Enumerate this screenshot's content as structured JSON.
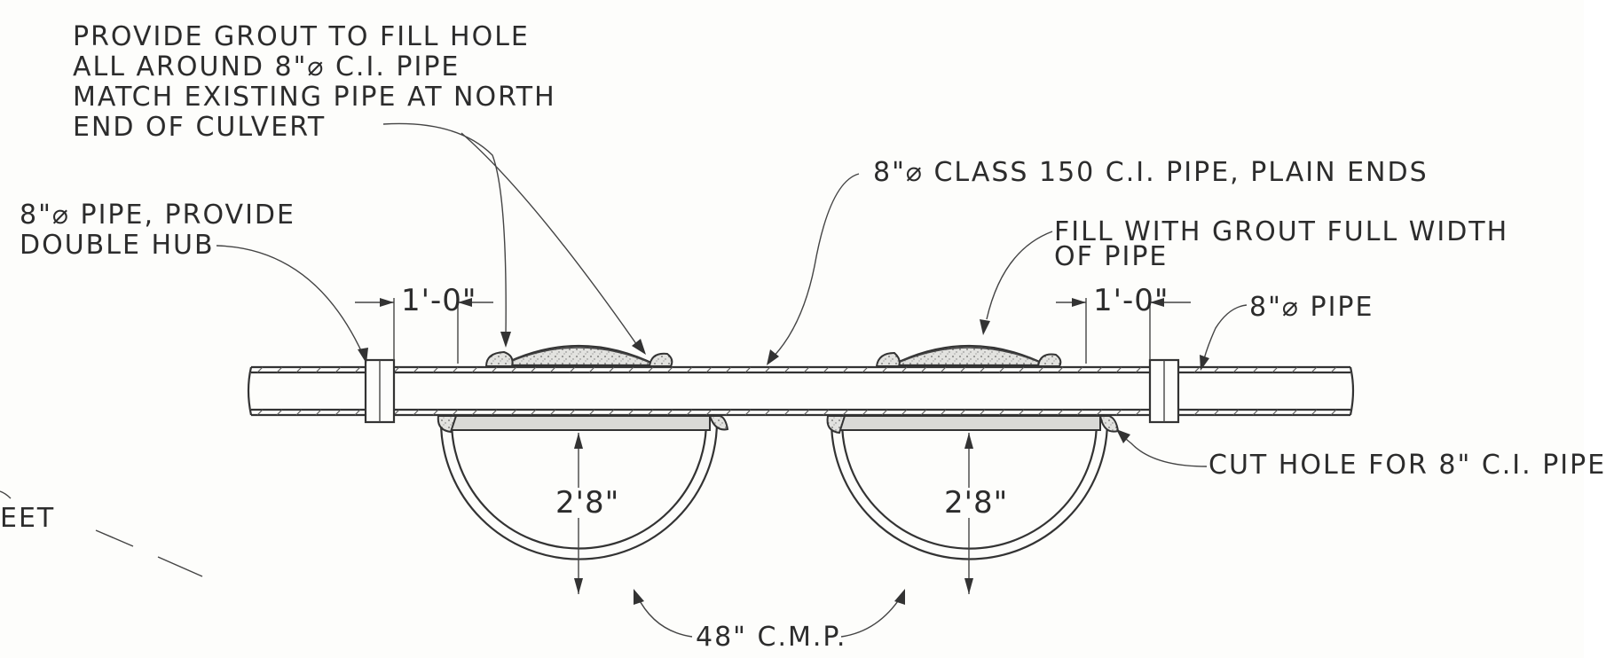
{
  "notes": {
    "grout_hole": [
      "PROVIDE  GROUT TO  FILL HOLE",
      "ALL  AROUND  8\"⌀  C.I.  PIPE",
      "MATCH  EXISTING  PIPE  AT  NORTH",
      "END  OF  CULVERT"
    ],
    "double_hub": [
      "8\"⌀ PIPE,  PROVIDE",
      "DOUBLE  HUB"
    ],
    "ci_pipe": "8\"⌀  CLASS  150   C.I.  PIPE,  PLAIN  ENDS",
    "fill_grout": [
      "FILL  WITH  GROUT  FULL  WIDTH",
      "OF  PIPE"
    ],
    "pipe_right": "8\"⌀  PIPE",
    "cut_hole": "CUT  HOLE  FOR  8\" C.I.  PIPE",
    "cmp": "48\"  C.M.P.",
    "sheet_fragment": "EET"
  },
  "dimensions": {
    "hub_left": "1'-0\"",
    "hub_right": "1'-0\"",
    "culvert_left_height": "2'8\"",
    "culvert_right_height": "2'8\""
  }
}
